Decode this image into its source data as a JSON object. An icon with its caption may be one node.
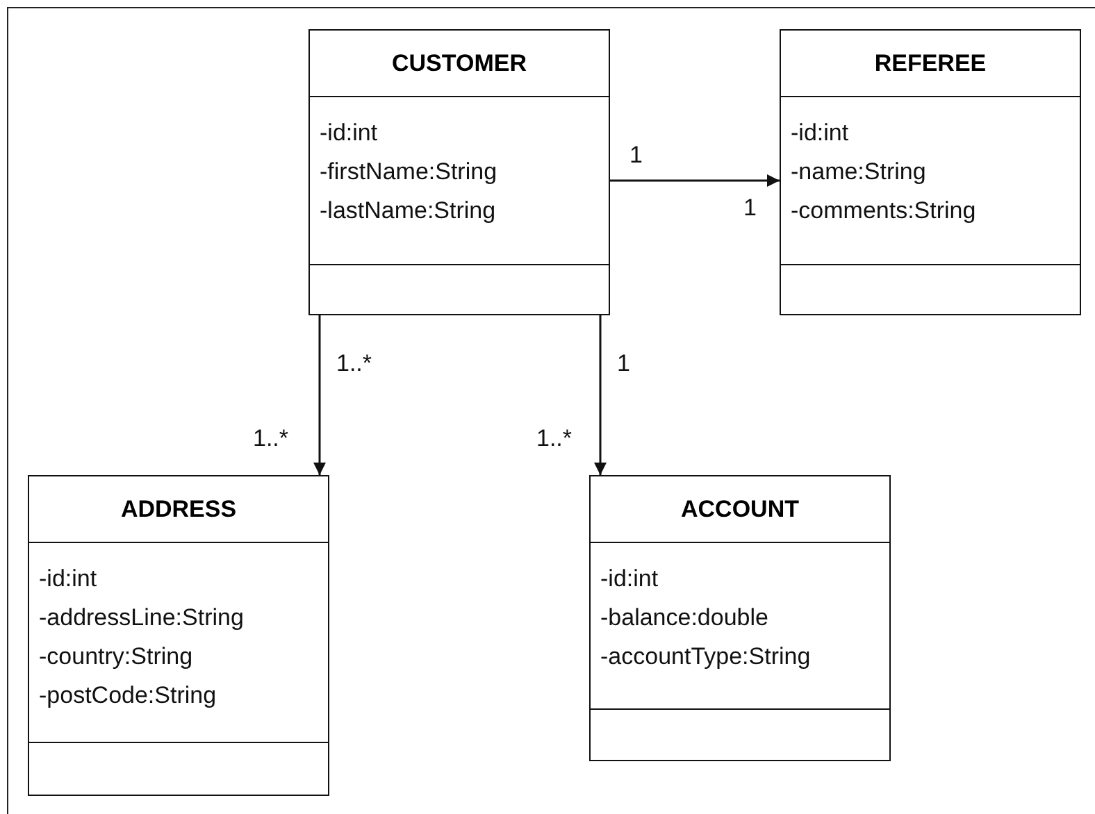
{
  "diagram": {
    "nodes": [
      {
        "text": [
          "CUSTOMER",
          "-id:int",
          "-firstName:String",
          "-lastName:String"
        ]
      },
      {
        "text": [
          "REFEREE",
          "-id:int",
          "-name:String",
          "-comments:String"
        ]
      },
      {
        "text": [
          "ADDRESS",
          "-id:int",
          "-addressLine:String",
          "-country:String",
          "-postCode:String"
        ]
      },
      {
        "text": [
          "ACCOUNT",
          "-id:int",
          "-balance:double",
          "-accountType:String"
        ]
      }
    ],
    "edges": [
      {
        "from": 0,
        "to": 1,
        "arrow": "to"
      },
      {
        "from": 0,
        "to": 2,
        "arrow": "to"
      },
      {
        "from": 0,
        "to": 3,
        "arrow": "to"
      }
    ],
    "labels": [
      "1",
      "1",
      "1..*",
      "1",
      "1..*",
      "1..*"
    ]
  }
}
